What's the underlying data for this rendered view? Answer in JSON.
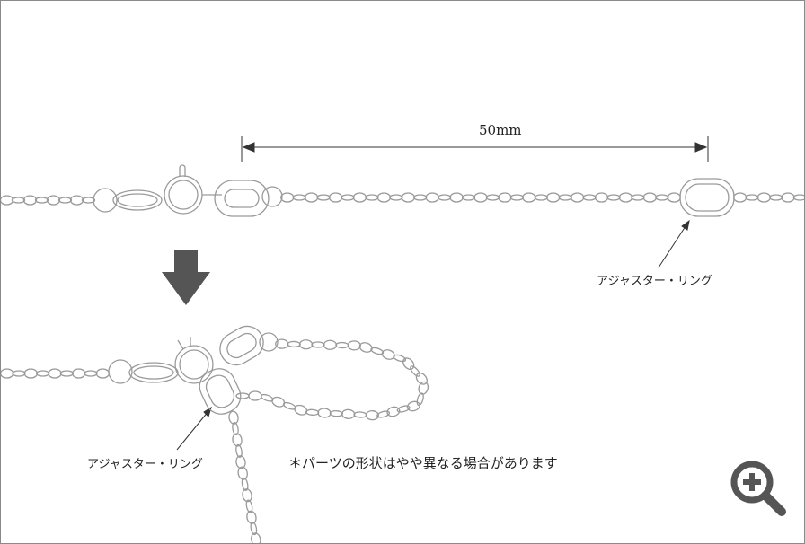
{
  "dimension_label": "50mm",
  "callout_top": "アジャスター・リング",
  "callout_bottom": "アジャスター・リング",
  "note": "＊パーツの形状はやや異なる場合があります",
  "icons": {
    "zoom": "zoom-in-icon",
    "arrow": "down-arrow-icon"
  },
  "colors": {
    "line": "#9a9a9a",
    "arrow": "#555555",
    "icon": "#555555"
  }
}
